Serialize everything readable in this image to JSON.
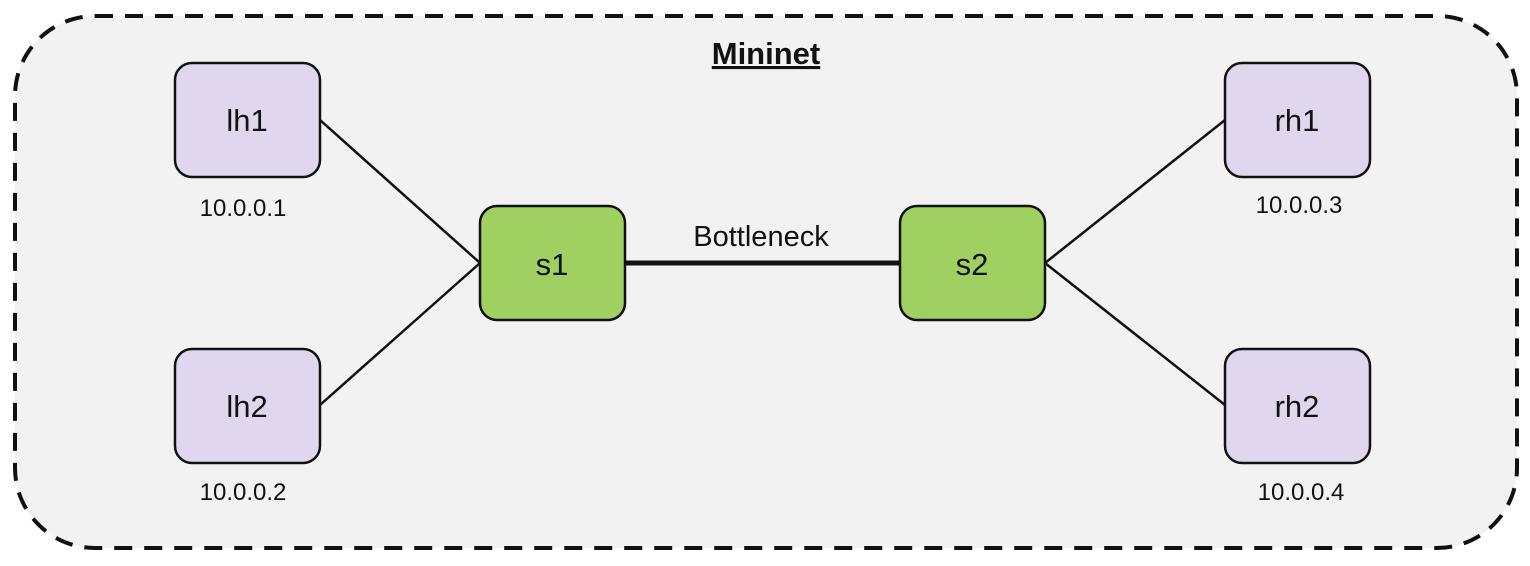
{
  "title": "Mininet",
  "colors": {
    "container_fill": "#f2f2f2",
    "container_stroke": "#111111",
    "host_fill": "#e0d7ee",
    "switch_fill": "#a0cf62",
    "stroke": "#111111"
  },
  "hosts": [
    {
      "id": "lh1",
      "label": "lh1",
      "ip": "10.0.0.1"
    },
    {
      "id": "lh2",
      "label": "lh2",
      "ip": "10.0.0.2"
    },
    {
      "id": "rh1",
      "label": "rh1",
      "ip": "10.0.0.3"
    },
    {
      "id": "rh2",
      "label": "rh2",
      "ip": "10.0.0.4"
    }
  ],
  "switches": [
    {
      "id": "s1",
      "label": "s1"
    },
    {
      "id": "s2",
      "label": "s2"
    }
  ],
  "links": [
    {
      "from": "lh1",
      "to": "s1",
      "label": ""
    },
    {
      "from": "lh2",
      "to": "s1",
      "label": ""
    },
    {
      "from": "s1",
      "to": "s2",
      "label": "Bottleneck"
    },
    {
      "from": "s2",
      "to": "rh1",
      "label": ""
    },
    {
      "from": "s2",
      "to": "rh2",
      "label": ""
    }
  ]
}
